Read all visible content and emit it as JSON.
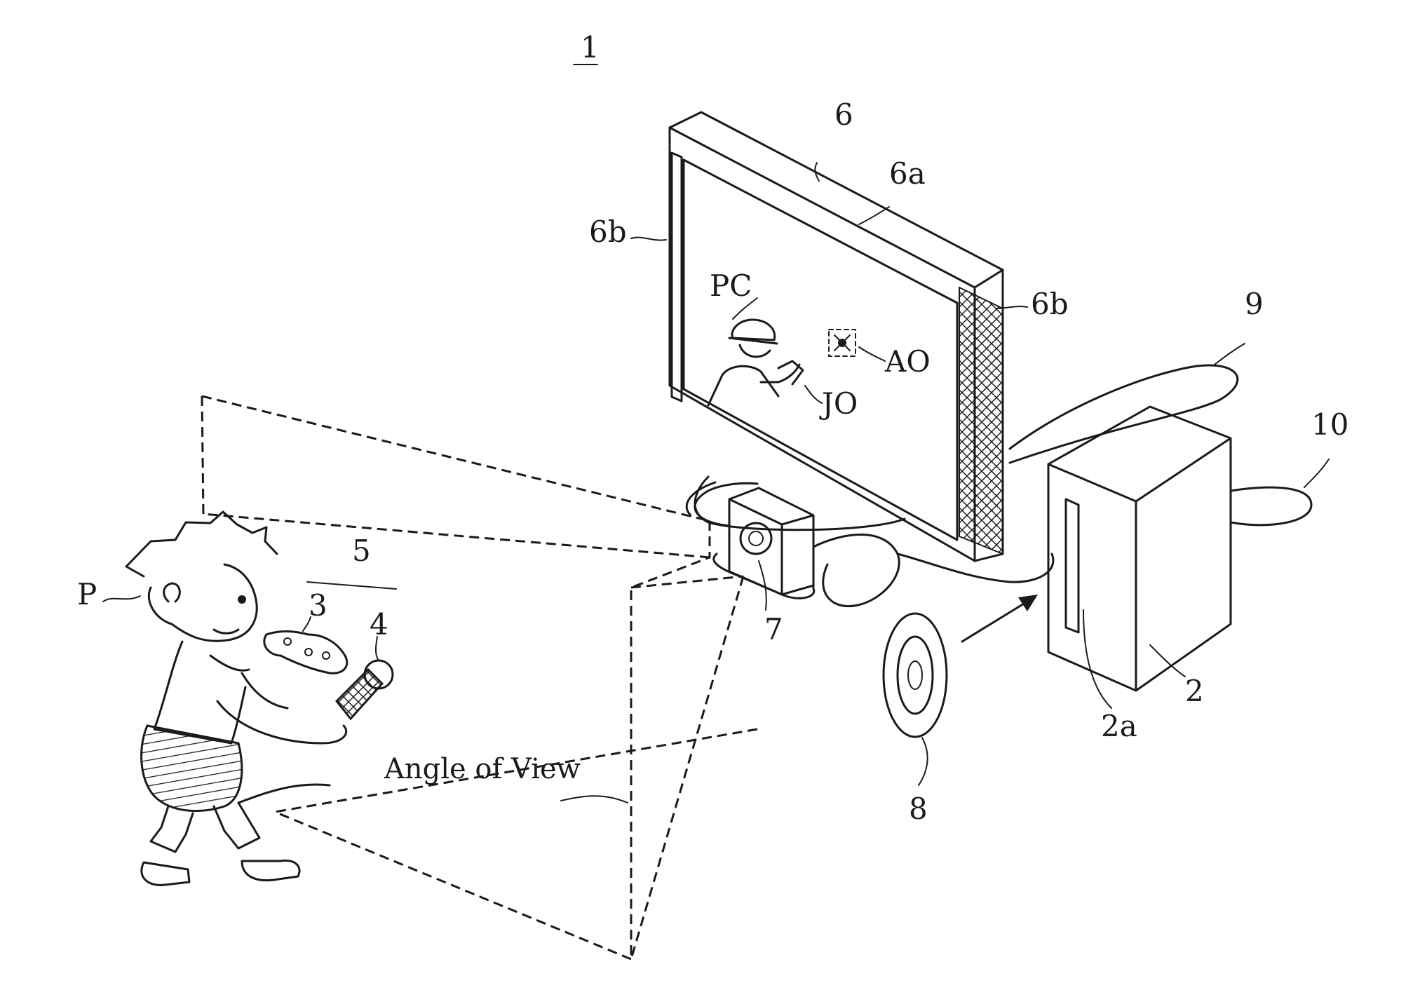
{
  "figure": {
    "number": "1"
  },
  "labels": {
    "tv": "6",
    "screen": "6a",
    "speaker_left": "6b",
    "speaker_right": "6b",
    "player_character": "PC",
    "joystick_object": "JO",
    "aim_object": "AO",
    "cable_tv": "9",
    "cable_console": "10",
    "console": "2",
    "disc_slot": "2a",
    "disc": "8",
    "camera": "7",
    "controller_set": "5",
    "controller": "3",
    "motion_controller": "4",
    "player": "P",
    "angle_of_view": "Angle of View"
  },
  "colors": {
    "ink": "#1a1a1a",
    "background": "#ffffff"
  }
}
